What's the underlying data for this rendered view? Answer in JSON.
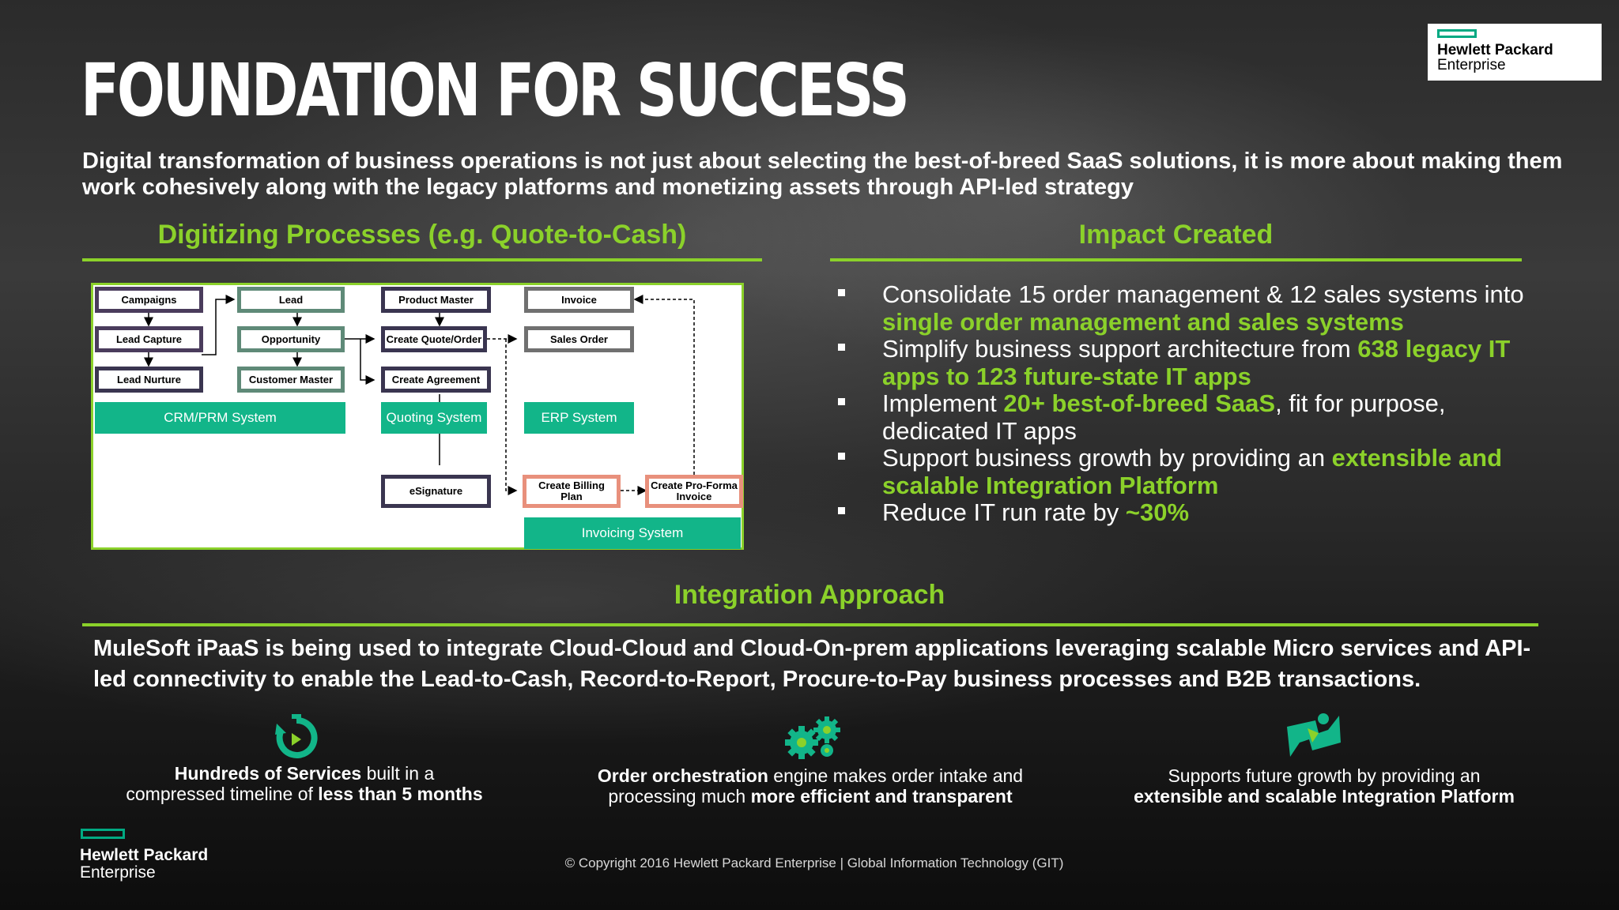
{
  "header": {
    "title": "FOUNDATION FOR SUCCESS",
    "subtitle": "Digital transformation of business operations is not just about selecting the best-of-breed SaaS solutions, it is more about making them work cohesively along with the legacy platforms and monetizing assets through API-led strategy"
  },
  "logo": {
    "line1": "Hewlett Packard",
    "line2": "Enterprise"
  },
  "left_section": {
    "heading": "Digitizing Processes (e.g. Quote-to-Cash)"
  },
  "diagram": {
    "boxes": {
      "campaigns": "Campaigns",
      "lead_capture": "Lead Capture",
      "lead_nurture": "Lead Nurture",
      "lead": "Lead",
      "opportunity": "Opportunity",
      "customer_master": "Customer Master",
      "product_master": "Product Master",
      "create_quote_order": "Create Quote/Order",
      "create_agreement": "Create Agreement",
      "esignature": "eSignature",
      "invoice": "Invoice",
      "sales_order": "Sales Order",
      "create_billing_plan": "Create Billing Plan",
      "create_pro_forma_invoice": "Create Pro-Forma Invoice"
    },
    "systems": {
      "crm": "CRM/PRM System",
      "quoting": "Quoting System",
      "erp": "ERP System",
      "invoicing": "Invoicing System"
    }
  },
  "right_section": {
    "heading": "Impact Created",
    "bullets": [
      {
        "pre": "Consolidate 15 order management & 12 sales systems into ",
        "hl": "single order management and sales systems",
        "post": ""
      },
      {
        "pre": "Simplify business support architecture from ",
        "hl": "638 legacy IT apps to 123 future-state IT apps",
        "post": ""
      },
      {
        "pre": "Implement ",
        "hl": "20+ best-of-breed SaaS",
        "post": ", fit for purpose, dedicated IT apps"
      },
      {
        "pre": "Support business growth by providing an ",
        "hl": "extensible and scalable Integration Platform",
        "post": ""
      },
      {
        "pre": "Reduce IT run rate by ",
        "hl": "~30%",
        "post": ""
      }
    ]
  },
  "integration": {
    "heading": "Integration Approach",
    "text": "MuleSoft iPaaS is being used to integrate Cloud-Cloud and Cloud-On-prem applications leveraging scalable Micro services and API-led connectivity to enable the Lead-to-Cash, Record-to-Report, Procure-to-Pay business processes and B2B transactions."
  },
  "features": [
    {
      "icon": "clock-refresh-icon",
      "a": "Hundreds of  Services",
      "b": " built in a",
      "c": "compressed timeline of ",
      "d": "less than 5 months"
    },
    {
      "icon": "gears-icon",
      "a": "Order orchestration",
      "b": " engine makes order intake and",
      "c": "processing much ",
      "d": "more efficient and transparent"
    },
    {
      "icon": "puzzle-icon",
      "a": "",
      "b": "Supports future growth by providing an",
      "c": "",
      "d": "extensible and scalable Integration Platform"
    }
  ],
  "footer": {
    "logo_line1": "Hewlett Packard",
    "logo_line2": "Enterprise",
    "copyright": "© Copyright 2016 Hewlett Packard Enterprise  |  Global Information Technology (GIT)"
  },
  "colors": {
    "accent": "#8bd12a",
    "hpe_green": "#01a982",
    "system_teal": "#12b589"
  }
}
